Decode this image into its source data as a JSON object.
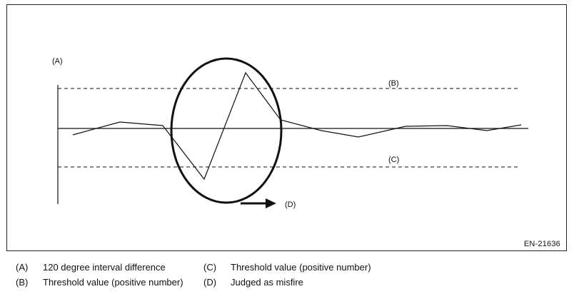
{
  "figure": {
    "id": "EN-21636",
    "labels": {
      "axis": "(A)",
      "upper_threshold": "(B)",
      "lower_threshold": "(C)",
      "misfire_arrow": "(D)"
    }
  },
  "legend": [
    {
      "key": "(A)",
      "text": "120 degree interval difference"
    },
    {
      "key": "(B)",
      "text": "Threshold value (positive number)"
    },
    {
      "key": "(C)",
      "text": "Threshold value (positive number)"
    },
    {
      "key": "(D)",
      "text": "Judged as misfire"
    }
  ]
}
